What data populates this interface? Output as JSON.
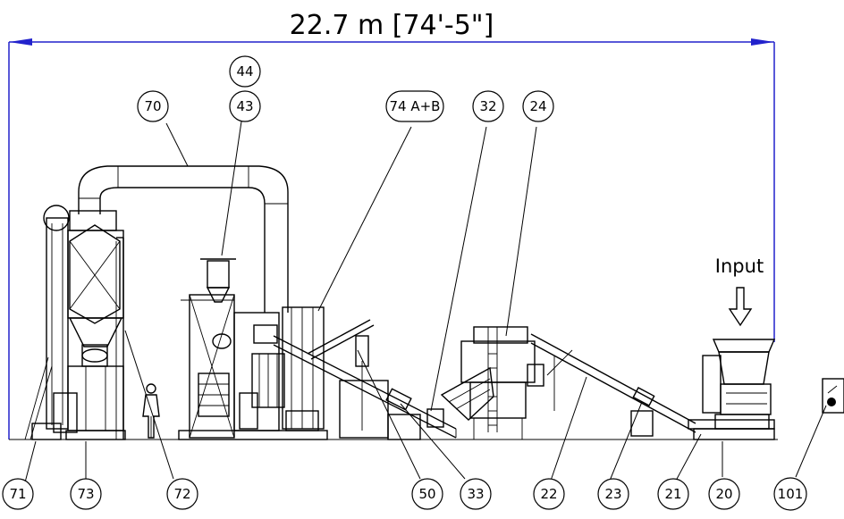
{
  "dimension": {
    "label": "22.7 m [74'-5\"]"
  },
  "input_label": "Input",
  "callouts": {
    "c44": "44",
    "c70": "70",
    "c43": "43",
    "c74": "74 A+B",
    "c32": "32",
    "c24": "24",
    "c71": "71",
    "c73": "73",
    "c72": "72",
    "c50": "50",
    "c33": "33",
    "c22": "22",
    "c23": "23",
    "c21": "21",
    "c20": "20",
    "c101": "101"
  },
  "colors": {
    "dimension_line": "#2222cc",
    "drawing": "#000000",
    "background": "#ffffff"
  }
}
